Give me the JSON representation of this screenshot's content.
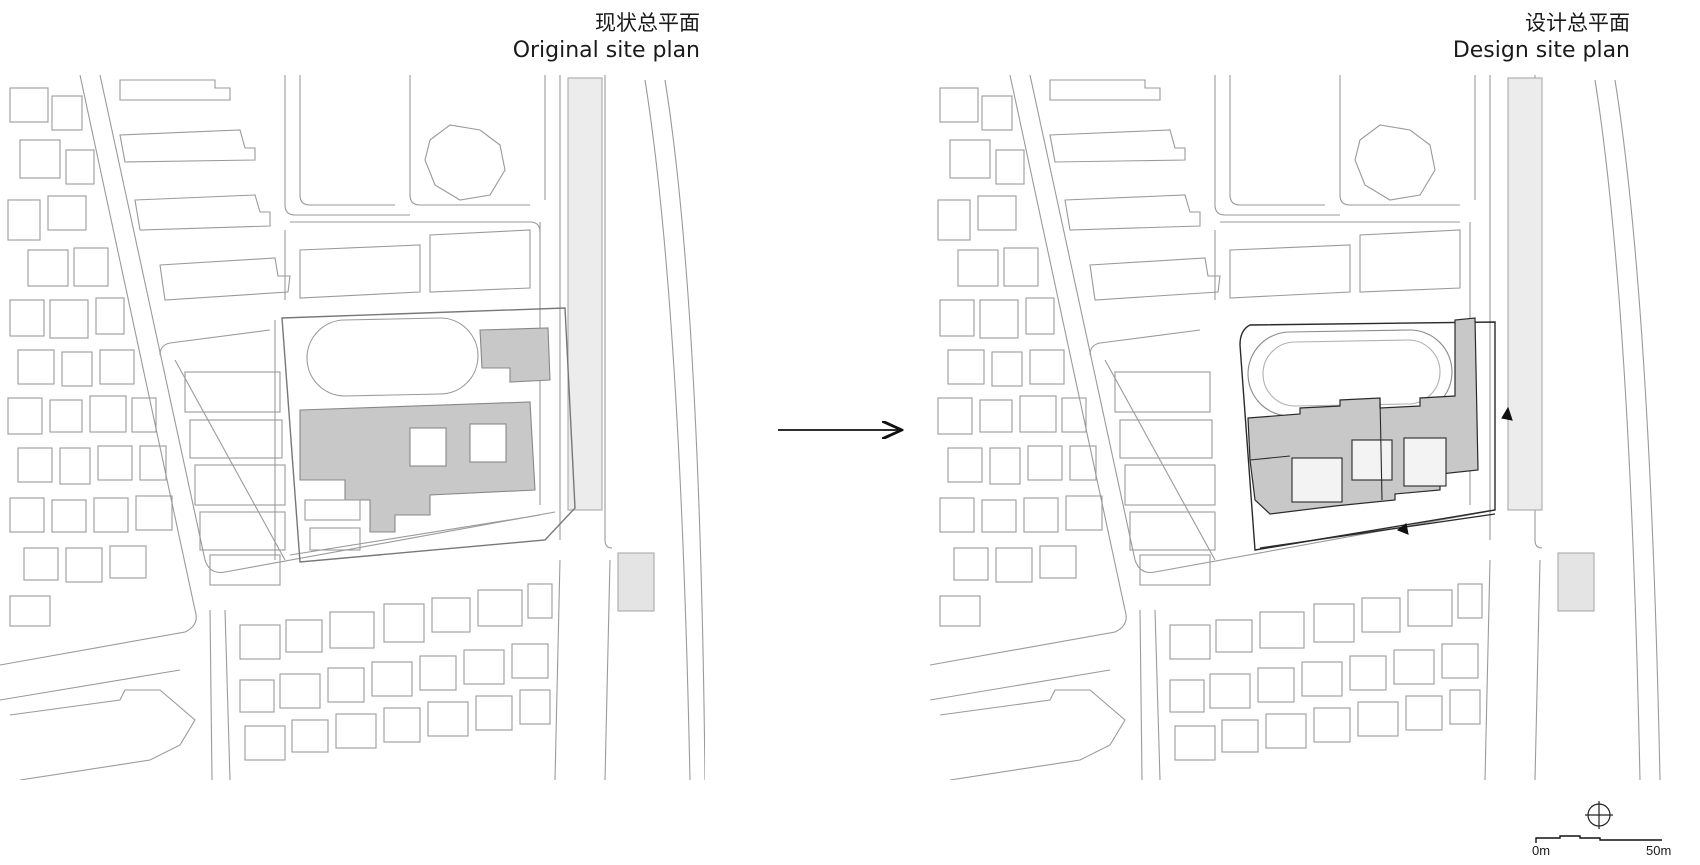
{
  "left_plan": {
    "title_zh": "现状总平面",
    "title_en": "Original site plan"
  },
  "right_plan": {
    "title_zh": "设计总平面",
    "title_en": "Design site plan"
  },
  "scale_bar": {
    "start_label": "0m",
    "end_label": "50m"
  },
  "icons": [
    "north-arrow-icon",
    "transition-arrow-icon",
    "entrance-marker-icon"
  ],
  "colors": {
    "line": "#9a9a9a",
    "building_fill": "#c8c8c8",
    "dark_line": "#2a2a2a",
    "canal_fill": "#ececec"
  }
}
